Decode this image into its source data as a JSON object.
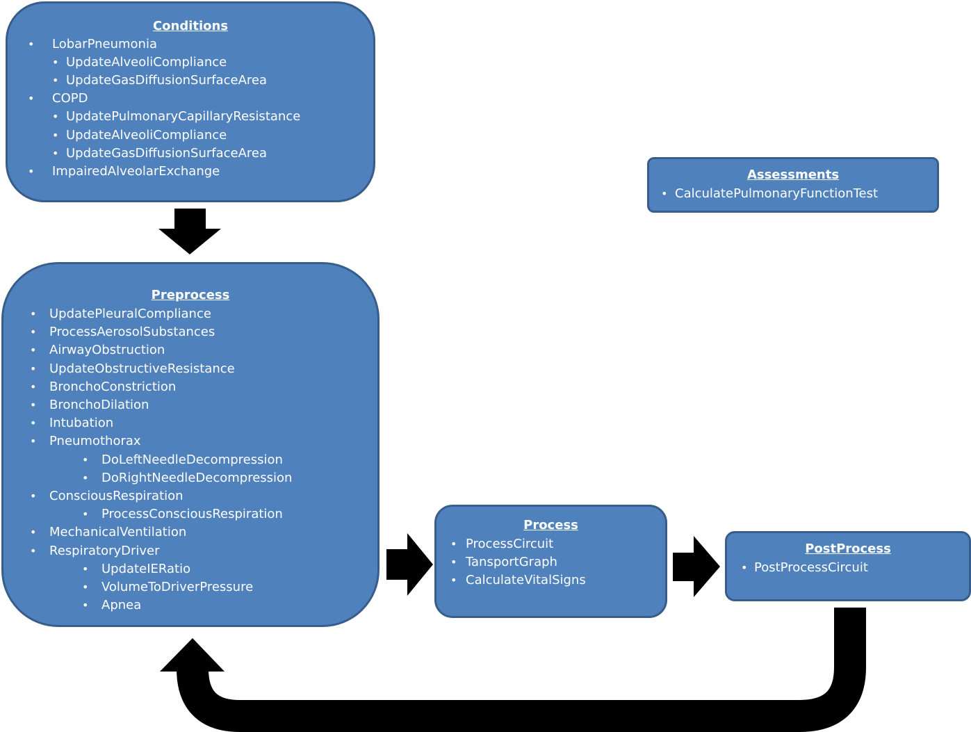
{
  "conditions": {
    "title": "Conditions",
    "items": [
      {
        "label": "LobarPneumonia",
        "level": 1
      },
      {
        "label": "UpdateAlveoliCompliance",
        "level": 2
      },
      {
        "label": "UpdateGasDiffusionSurfaceArea",
        "level": 2
      },
      {
        "label": "COPD",
        "level": 1
      },
      {
        "label": "UpdatePulmonaryCapillaryResistance",
        "level": 2
      },
      {
        "label": "UpdateAlveoliCompliance",
        "level": 2
      },
      {
        "label": "UpdateGasDiffusionSurfaceArea",
        "level": 2
      },
      {
        "label": "ImpairedAlveolarExchange",
        "level": 1
      }
    ]
  },
  "preprocess": {
    "title": "Preprocess",
    "items": [
      {
        "label": "UpdatePleuralCompliance",
        "level": 1
      },
      {
        "label": "ProcessAerosolSubstances",
        "level": 1
      },
      {
        "label": "AirwayObstruction",
        "level": 1
      },
      {
        "label": "UpdateObstructiveResistance",
        "level": 1
      },
      {
        "label": "BronchoConstriction",
        "level": 1
      },
      {
        "label": "BronchoDilation",
        "level": 1
      },
      {
        "label": "Intubation",
        "level": 1
      },
      {
        "label": "Pneumothorax",
        "level": 1
      },
      {
        "label": "DoLeftNeedleDecompression",
        "level": 2
      },
      {
        "label": "DoRightNeedleDecompression",
        "level": 2
      },
      {
        "label": "ConsciousRespiration",
        "level": 1
      },
      {
        "label": "ProcessConsciousRespiration",
        "level": 2
      },
      {
        "label": "MechanicalVentilation",
        "level": 1
      },
      {
        "label": "RespiratoryDriver",
        "level": 1
      },
      {
        "label": "UpdateIERatio",
        "level": 2
      },
      {
        "label": "VolumeToDriverPressure",
        "level": 2
      },
      {
        "label": "Apnea",
        "level": 2
      }
    ]
  },
  "assessments": {
    "title": "Assessments",
    "items": [
      {
        "label": "CalculatePulmonaryFunctionTest",
        "level": 1
      }
    ]
  },
  "process": {
    "title": "Process",
    "items": [
      {
        "label": "ProcessCircuit",
        "level": 1
      },
      {
        "label": "TansportGraph",
        "level": 1
      },
      {
        "label": "CalculateVitalSigns",
        "level": 1
      }
    ]
  },
  "postprocess": {
    "title": "PostProcess",
    "items": [
      {
        "label": "PostProcessCircuit",
        "level": 1
      }
    ]
  },
  "colors": {
    "box_fill": "#4f81bd",
    "box_border": "#385d8a",
    "text": "#ffffff",
    "arrow": "#000000"
  }
}
